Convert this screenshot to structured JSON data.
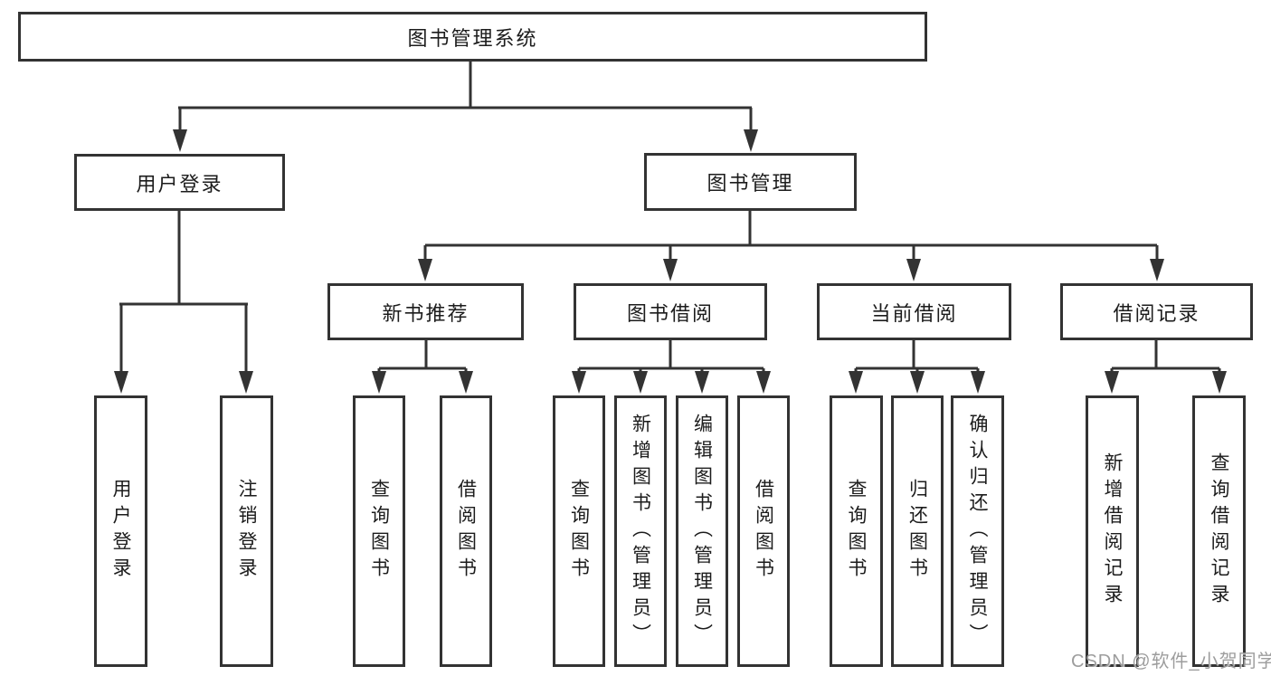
{
  "diagram": {
    "title": "图书管理系统",
    "colors": {
      "background": "#ffffff",
      "line": "#333333",
      "box_border": "#333333",
      "text": "#1c1c1c",
      "watermark": "#989898"
    },
    "watermark": "CSDN @软件_小贺同学",
    "tree": {
      "root": {
        "label": "图书管理系统"
      },
      "level2": [
        {
          "id": "user-login",
          "label": "用户登录",
          "children": [
            "用户登录",
            "注销登录"
          ]
        },
        {
          "id": "book-management",
          "label": "图书管理"
        }
      ],
      "level3": [
        {
          "id": "new-book-recommend",
          "label": "新书推荐",
          "children": [
            "查询图书",
            "借阅图书"
          ]
        },
        {
          "id": "book-borrow",
          "label": "图书借阅",
          "children": [
            "查询图书",
            "新增图书（管理员）",
            "编辑图书（管理员）",
            "借阅图书"
          ]
        },
        {
          "id": "current-borrow",
          "label": "当前借阅",
          "children": [
            "查询图书",
            "归还图书",
            "确认归还（管理员）"
          ]
        },
        {
          "id": "borrow-record",
          "label": "借阅记录",
          "children": [
            "新增借阅记录",
            "查询借阅记录"
          ]
        }
      ]
    }
  }
}
